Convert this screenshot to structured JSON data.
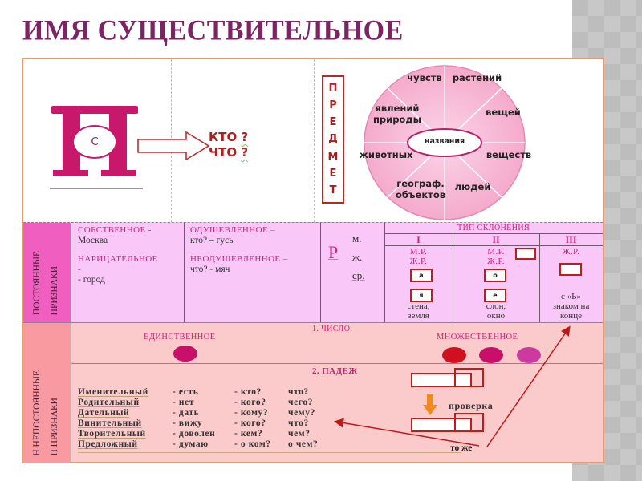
{
  "title": "ИМЯ СУЩЕСТВИТЕЛЬНОЕ",
  "top": {
    "letter": "С",
    "questions": [
      {
        "word": "КТО",
        "mark": "?"
      },
      {
        "word": "ЧТО",
        "mark": "?"
      }
    ],
    "predmet_letters": [
      "П",
      "Р",
      "Е",
      "Д",
      "М",
      "Е",
      "Т"
    ],
    "wheel": {
      "center": "названия",
      "segments": [
        "чувств",
        "растений",
        "вещей",
        "веществ",
        "людей",
        "географ. объектов",
        "животных",
        "явлений природы"
      ]
    }
  },
  "constant": {
    "label_line1": "ПОСТОЯННЫЕ",
    "label_line2": "ПРИЗНАКИ",
    "proper_head": "СОБСТВЕННОЕ  -",
    "proper_example": "Москва",
    "common_head": "НАРИЦАТЕЛЬНОЕ",
    "common_dash": "-",
    "common_example": " - город",
    "animate_head": "ОДУШЕВЛЕННОЕ –",
    "animate_example": "кто? – гусь",
    "inanimate_head": "НЕОДУШЕВЛЕННОЕ –",
    "inanimate_example": "что? - мяч",
    "gender_letter": "Р",
    "genders": [
      "м.",
      "ж.",
      "ср."
    ],
    "declension": {
      "head": "ТИП СКЛОНЕНИЯ",
      "types": [
        {
          "num": "I",
          "genders": [
            "М.Р.",
            "Ж.Р."
          ],
          "endings": [
            "а",
            "я"
          ],
          "examples": [
            "стена,",
            "земля"
          ]
        },
        {
          "num": "II",
          "genders": [
            "М.Р.",
            "Ж.Р."
          ],
          "endings": [
            "о",
            "е"
          ],
          "examples": [
            "слон,",
            "окно"
          ]
        },
        {
          "num": "III",
          "genders": [
            "Ж.Р."
          ],
          "examples": [
            "с «Ь»",
            "знаком на",
            "конце"
          ]
        }
      ]
    }
  },
  "nonconstant": {
    "label_line1": "Н НЕПОСТОЯННЫЕ",
    "label_line2": "П ПРИЗНАКИ",
    "number_head": "1. ЧИСЛО",
    "singular": "ЕДИНСТВЕННОЕ",
    "plural": "МНОЖЕСТВЕННОЕ",
    "case_head": "2. ПАДЕЖ",
    "dot_colors": {
      "singular": "#c8106a",
      "plural": [
        "#d0101c",
        "#c8106a",
        "#cc3aa0"
      ]
    },
    "cases": [
      {
        "name": "Именительный",
        "verb": "- есть",
        "q1": "-  кто?",
        "q2": "что?"
      },
      {
        "name": "Родительный",
        "verb": "- нет",
        "q1": "-  кого?",
        "q2": "чего?"
      },
      {
        "name": "Дательный",
        "verb": "- дать",
        "q1": "-  кому?",
        "q2": "чему?"
      },
      {
        "name": "Винительный",
        "verb": "- вижу",
        "q1": "-  кого?",
        "q2": "что?"
      },
      {
        "name": "Творительный",
        "verb": "- доволен",
        "q1": "- кем?",
        "q2": "чем?"
      },
      {
        "name": "Предложный",
        "verb": "- думаю",
        "q1": "- о ком?",
        "q2": "о чем?"
      }
    ],
    "check_label": "проверка",
    "same_label": "то же"
  },
  "colors": {
    "title": "#7b2562",
    "accent_pink": "#c8186c",
    "const_bg": "#f9c8f9",
    "nonconst_bg": "#fbcaca",
    "frame": "#e79a6c"
  }
}
